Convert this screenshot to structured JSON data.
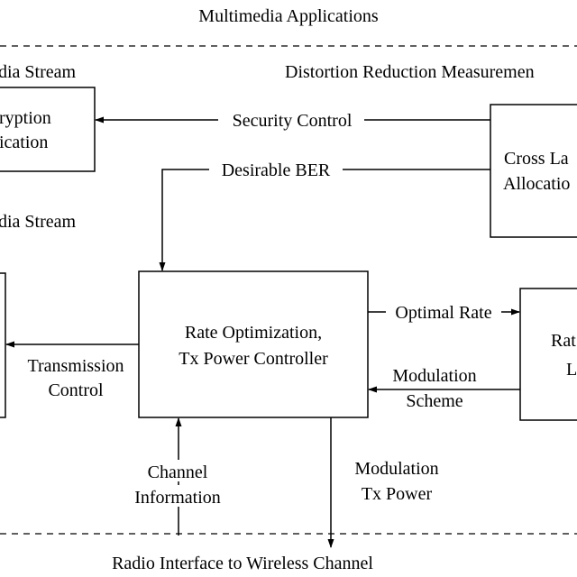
{
  "header": {
    "title": "Multimedia Applications"
  },
  "labels": {
    "media_stream_top": "dia Stream",
    "distortion": "Distortion Reduction Measuremen",
    "media_stream_mid": "dia Stream",
    "footer": "Radio Interface to Wireless Channel"
  },
  "boxes": {
    "encryption": {
      "line1": "ryption",
      "line2": "ication"
    },
    "cross_layer": {
      "line1": "Cross La",
      "line2": "Allocatio"
    },
    "rate_opt": {
      "line1": "Rate Optimization,",
      "line2": "Tx Power Controller"
    },
    "rate_right": {
      "line1": "Rat",
      "line2": "L"
    }
  },
  "edges": {
    "security_control": "Security Control",
    "desirable_ber": "Desirable BER",
    "optimal_rate": "Optimal Rate",
    "modulation_scheme": {
      "line1": "Modulation",
      "line2": "Scheme"
    },
    "transmission_control": {
      "line1": "Transmission",
      "line2": "Control"
    },
    "channel_information": {
      "line1": "Channel",
      "line2": "Information"
    },
    "modulation_tx_power": {
      "line1": "Modulation",
      "line2": "Tx Power"
    }
  }
}
